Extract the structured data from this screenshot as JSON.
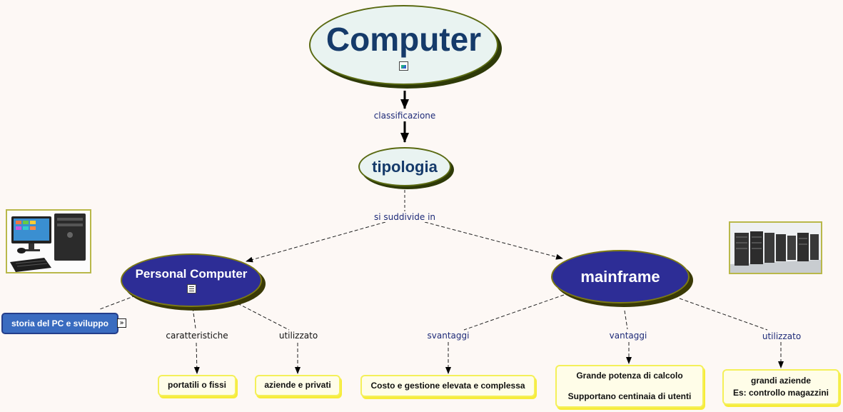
{
  "nodes": {
    "computer": "Computer",
    "tipologia": "tipologia",
    "personal_computer": "Personal Computer",
    "mainframe": "mainframe",
    "storia": "storia del PC e sviluppo",
    "portatili": "portatili o fissi",
    "aziende_privati": "aziende e privati",
    "costo": "Costo e gestione elevata e complessa",
    "grande_potenza": "Grande potenza di calcolo",
    "supportano": "Supportano centinaia di utenti",
    "grandi_aziende": "grandi aziende",
    "controllo": "Es: controllo magazzini"
  },
  "links": {
    "classificazione": "classificazione",
    "si_suddivide": "si suddivide in",
    "caratteristiche": "caratteristiche",
    "utilizzato_pc": "utilizzato",
    "svantaggi": "svantaggi",
    "vantaggi": "vantaggi",
    "utilizzato_mf": "utilizzato"
  },
  "icons": {
    "computer_resource": "image-icon",
    "pc_resource": "document-icon",
    "storia_link": "double-arrow-icon"
  },
  "colors": {
    "background": "#fdf8f5",
    "top_node_fill": "#e9f3f1",
    "top_node_text": "#153a6a",
    "dark_node_fill": "#2d2d96",
    "leaf_fill": "#fffde8",
    "leaf_border": "#f4f05a",
    "link_text": "#1d2a78",
    "storia_fill": "#3a6cc0"
  }
}
